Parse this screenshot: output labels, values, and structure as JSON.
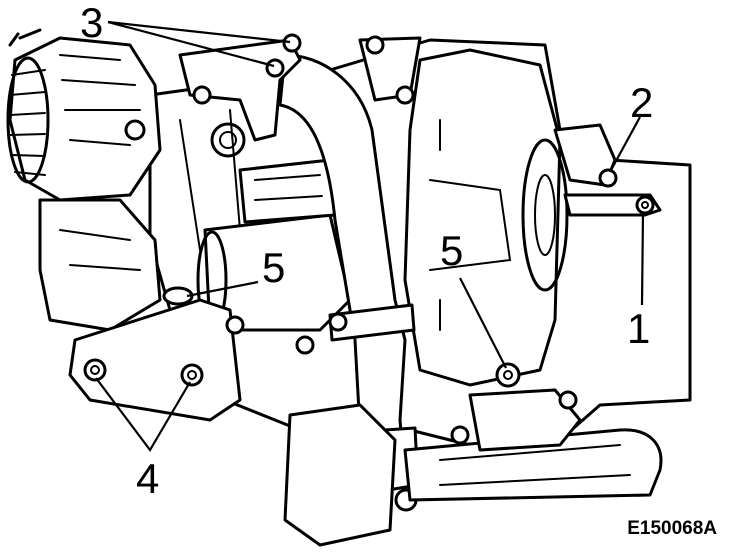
{
  "figure": {
    "code": "E150068A"
  },
  "callouts": {
    "c1": "1",
    "c2": "2",
    "c3": "3",
    "c4": "4",
    "c5a": "5",
    "c5b": "5"
  },
  "style": {
    "line_color": "#000000",
    "fill_color": "#ffffff"
  }
}
